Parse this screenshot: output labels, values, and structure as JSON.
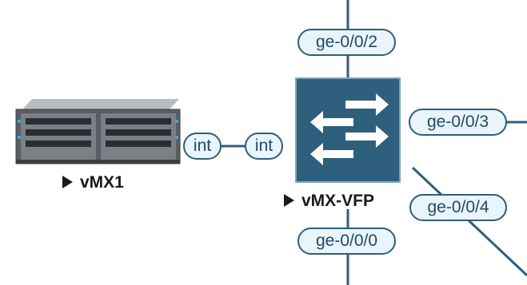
{
  "nodes": {
    "vmx1": {
      "label": "vMX1",
      "icon": "router-chassis-icon"
    },
    "vfp": {
      "label": "vMX-VFP",
      "icon": "switch-arrows-icon"
    }
  },
  "ports": {
    "vmx1_int": "int",
    "vfp_int": "int",
    "ge2": "ge-0/0/2",
    "ge3": "ge-0/0/3",
    "ge4": "ge-0/0/4",
    "ge0": "ge-0/0/0"
  },
  "colors": {
    "link": "#2f5d7a",
    "switch_fill": "#2e5f7c",
    "port_fill": "#e9f4fb"
  }
}
